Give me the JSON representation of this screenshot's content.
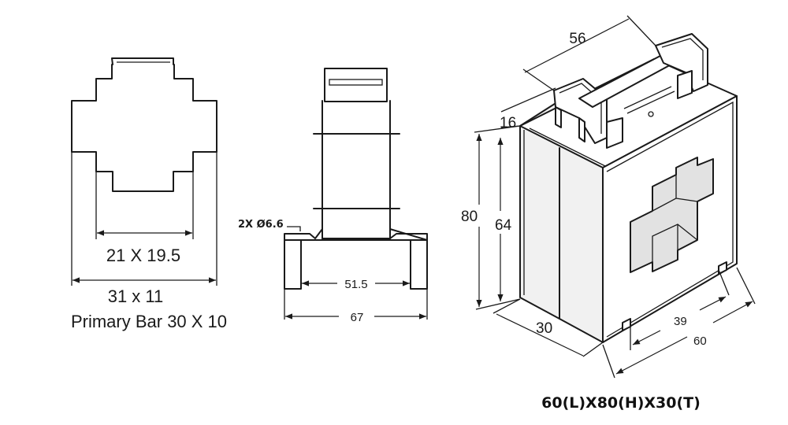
{
  "front_view": {
    "inner_dimension": "21 X 19.5",
    "outer_dimension": "31 x 11",
    "primary_bar": "Primary Bar 30 X 10"
  },
  "side_view": {
    "hole_spec": "2X Ø6.6",
    "slot_span": "51.5",
    "base_width": "67"
  },
  "iso_view": {
    "top_width": "56",
    "clip_height": "16",
    "total_height": "80",
    "body_height": "64",
    "thickness": "30",
    "window_width": "39",
    "length": "60"
  },
  "summary": "60(L)X80(H)X30(T)"
}
